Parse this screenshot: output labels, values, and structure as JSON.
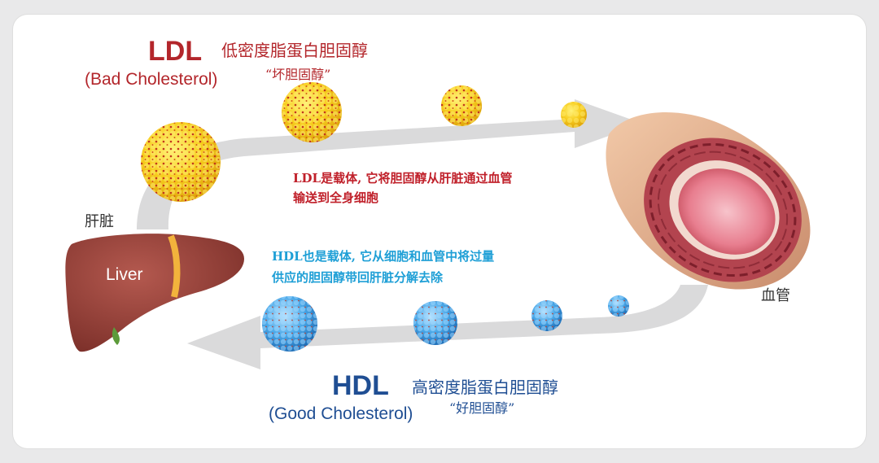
{
  "ldl": {
    "title": "LDL",
    "cn_name": "低密度脂蛋白胆固醇",
    "subtitle": "(Bad Cholesterol)",
    "nickname": "“坏胆固醇”",
    "description_line1": "LDL是载体, 它将胆固醇从肝脏通过血管",
    "description_line2": "输送到全身细胞"
  },
  "hdl": {
    "title": "HDL",
    "cn_name": "高密度脂蛋白胆固醇",
    "subtitle": "(Good Cholesterol)",
    "nickname": "“好胆固醇”",
    "description_line1": "HDL也是载体, 它从细胞和血管中将过量",
    "description_line2": "供应的胆固醇带回肝脏分解去除"
  },
  "organs": {
    "liver_label": "肝脏",
    "liver_text": "Liver",
    "vessel_label": "血管"
  },
  "colors": {
    "ldl": "#b3262b",
    "hdl": "#1f4e93",
    "hdl_desc": "#1e9fd6",
    "arrow": "#d9d9da",
    "liver": "#8e3b34",
    "ldl_particle": "#f5c518",
    "hdl_particle": "#3f9fe0"
  }
}
